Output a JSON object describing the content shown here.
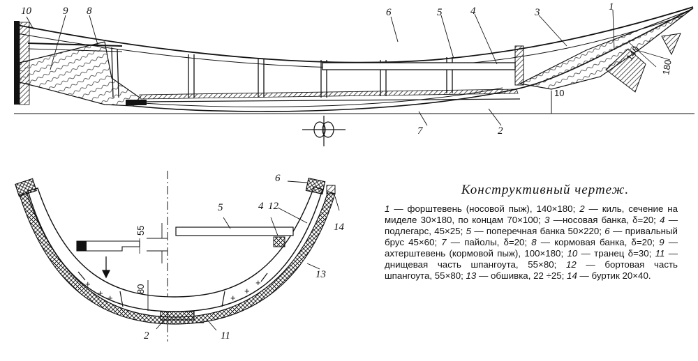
{
  "title": "Конструктивный чертеж.",
  "side_view": {
    "callouts": [
      "10",
      "9",
      "8",
      "6",
      "5",
      "4",
      "3",
      "1"
    ],
    "bottom_callouts": [
      "7",
      "2"
    ],
    "dims": {
      "stem_w": "140",
      "stem_h": "180",
      "rise": "10"
    }
  },
  "section_view": {
    "callouts": {
      "c6": "6",
      "c12": "12",
      "c4": "4",
      "c5": "5",
      "c14": "14",
      "c13": "13",
      "c2": "2",
      "c11": "11"
    },
    "dims": {
      "d55": "55",
      "d80": "80"
    }
  },
  "legend": [
    {
      "num": "1",
      "text": "— форштевень (носовой пыж), 140×180;"
    },
    {
      "num": "2",
      "text": "— киль, сечение на миделе 30×180, по концам 70×100;"
    },
    {
      "num": "3",
      "text": "—носовая банка, δ=20;"
    },
    {
      "num": "4",
      "text": "— подлегарс, 45×25;"
    },
    {
      "num": "5",
      "text": "— поперечная банка 50×220;"
    },
    {
      "num": "6",
      "text": "— привальный брус 45×60;"
    },
    {
      "num": "7",
      "text": "— пайолы, δ=20;"
    },
    {
      "num": "8",
      "text": "— кормовая банка, δ=20;"
    },
    {
      "num": "9",
      "text": "— ахтерштевень (кормовой пыж), 100×180;"
    },
    {
      "num": "10",
      "text": "— транец δ=30;"
    },
    {
      "num": "11",
      "text": "— днищевая часть шпангоута, 55×80;"
    },
    {
      "num": "12",
      "text": "— бортовая часть шпангоута, 55×80;"
    },
    {
      "num": "13",
      "text": "— обшивка, 22 ÷25;"
    },
    {
      "num": "14",
      "text": "— буртик 20×40."
    }
  ]
}
